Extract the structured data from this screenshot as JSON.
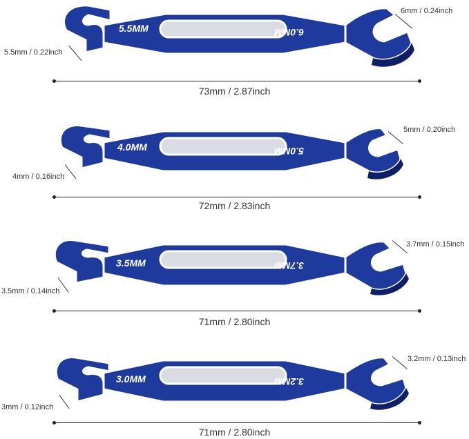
{
  "colors": {
    "body": "#1e3a9c",
    "edge": "#ffffff",
    "slot": "#d9dde3",
    "shadow": "#0f1f66"
  },
  "wrenches": [
    {
      "left_size": "5.5MM",
      "right_size": "6.0MM",
      "left_dim": "5.5mm / 0.22inch",
      "right_dim": "6mm / 0.24inch",
      "length": "73mm / 2.87inch"
    },
    {
      "left_size": "4.0MM",
      "right_size": "5.0MM",
      "left_dim": "4mm / 0.16inch",
      "right_dim": "5mm / 0.20inch",
      "length": "72mm / 2.83inch"
    },
    {
      "left_size": "3.5MM",
      "right_size": "3.7MM",
      "left_dim": "3.5mm / 0.14inch",
      "right_dim": "3.7mm / 0.15inch",
      "length": "71mm / 2.80inch"
    },
    {
      "left_size": "3.0MM",
      "right_size": "3.2MM",
      "left_dim": "3mm / 0.12inch",
      "right_dim": "3.2mm / 0.13inch",
      "length": "71mm / 2.80inch"
    }
  ]
}
